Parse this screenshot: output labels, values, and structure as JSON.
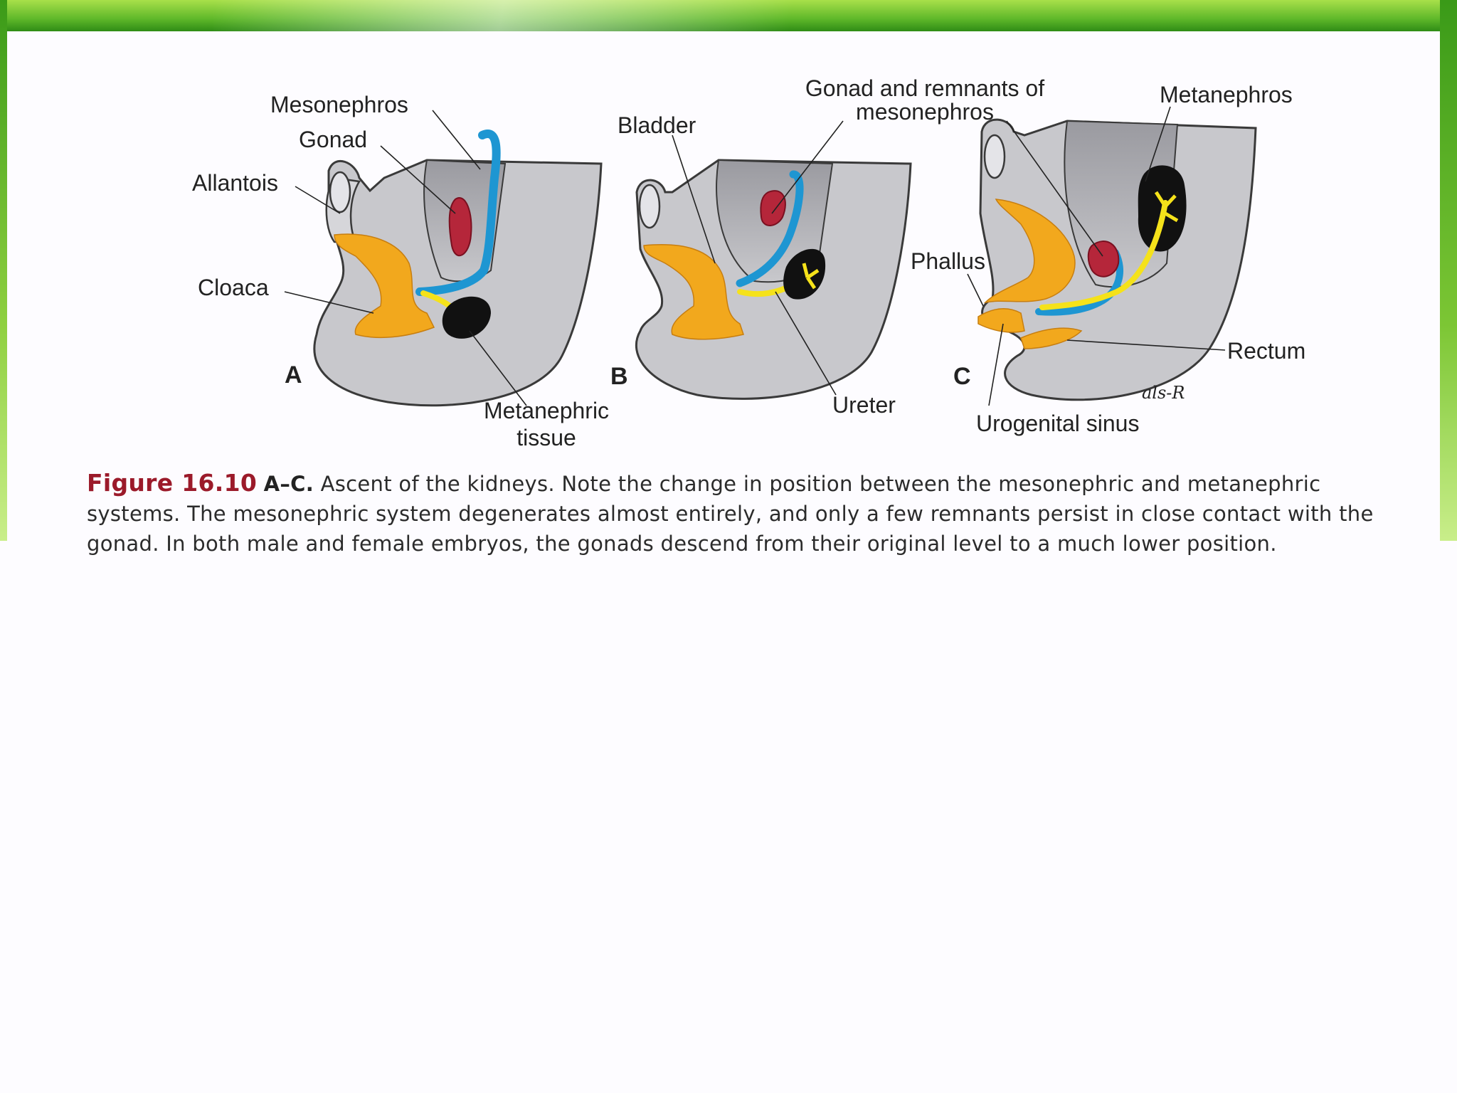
{
  "figure": {
    "labels": {
      "mesonephros": "Mesonephros",
      "gonad": "Gonad",
      "allantois": "Allantois",
      "cloaca": "Cloaca",
      "metanephric_tissue_1": "Metanephric",
      "metanephric_tissue_2": "tissue",
      "bladder": "Bladder",
      "gonad_remnants_1": "Gonad and remnants of",
      "gonad_remnants_2": "mesonephros",
      "metanephros": "Metanephros",
      "phallus": "Phallus",
      "ureter": "Ureter",
      "rectum": "Rectum",
      "urogenital_sinus": "Urogenital sinus",
      "signature": "als-R"
    },
    "panel_letters": [
      "A",
      "B",
      "C"
    ],
    "colors": {
      "tissue": "#c8c8cc",
      "tissue_dark": "#8a8a90",
      "outline": "#3a3a3a",
      "urogenital": "#f2a81d",
      "mesonephric_duct": "#1e96d2",
      "gonad": "#b5263a",
      "ureter": "#f5e21a",
      "kidney": "#111111"
    }
  },
  "caption": {
    "figure_number": "Figure 16.10",
    "panels": "A–C.",
    "text": "Ascent of the kidneys. Note the change in position between the mesonephric and metanephric systems. The mesonephric system degenerates almost entirely, and only a few remnants persist in close contact with the gonad. In both male and female embryos, the gonads descend from their original level to a much lower position."
  }
}
